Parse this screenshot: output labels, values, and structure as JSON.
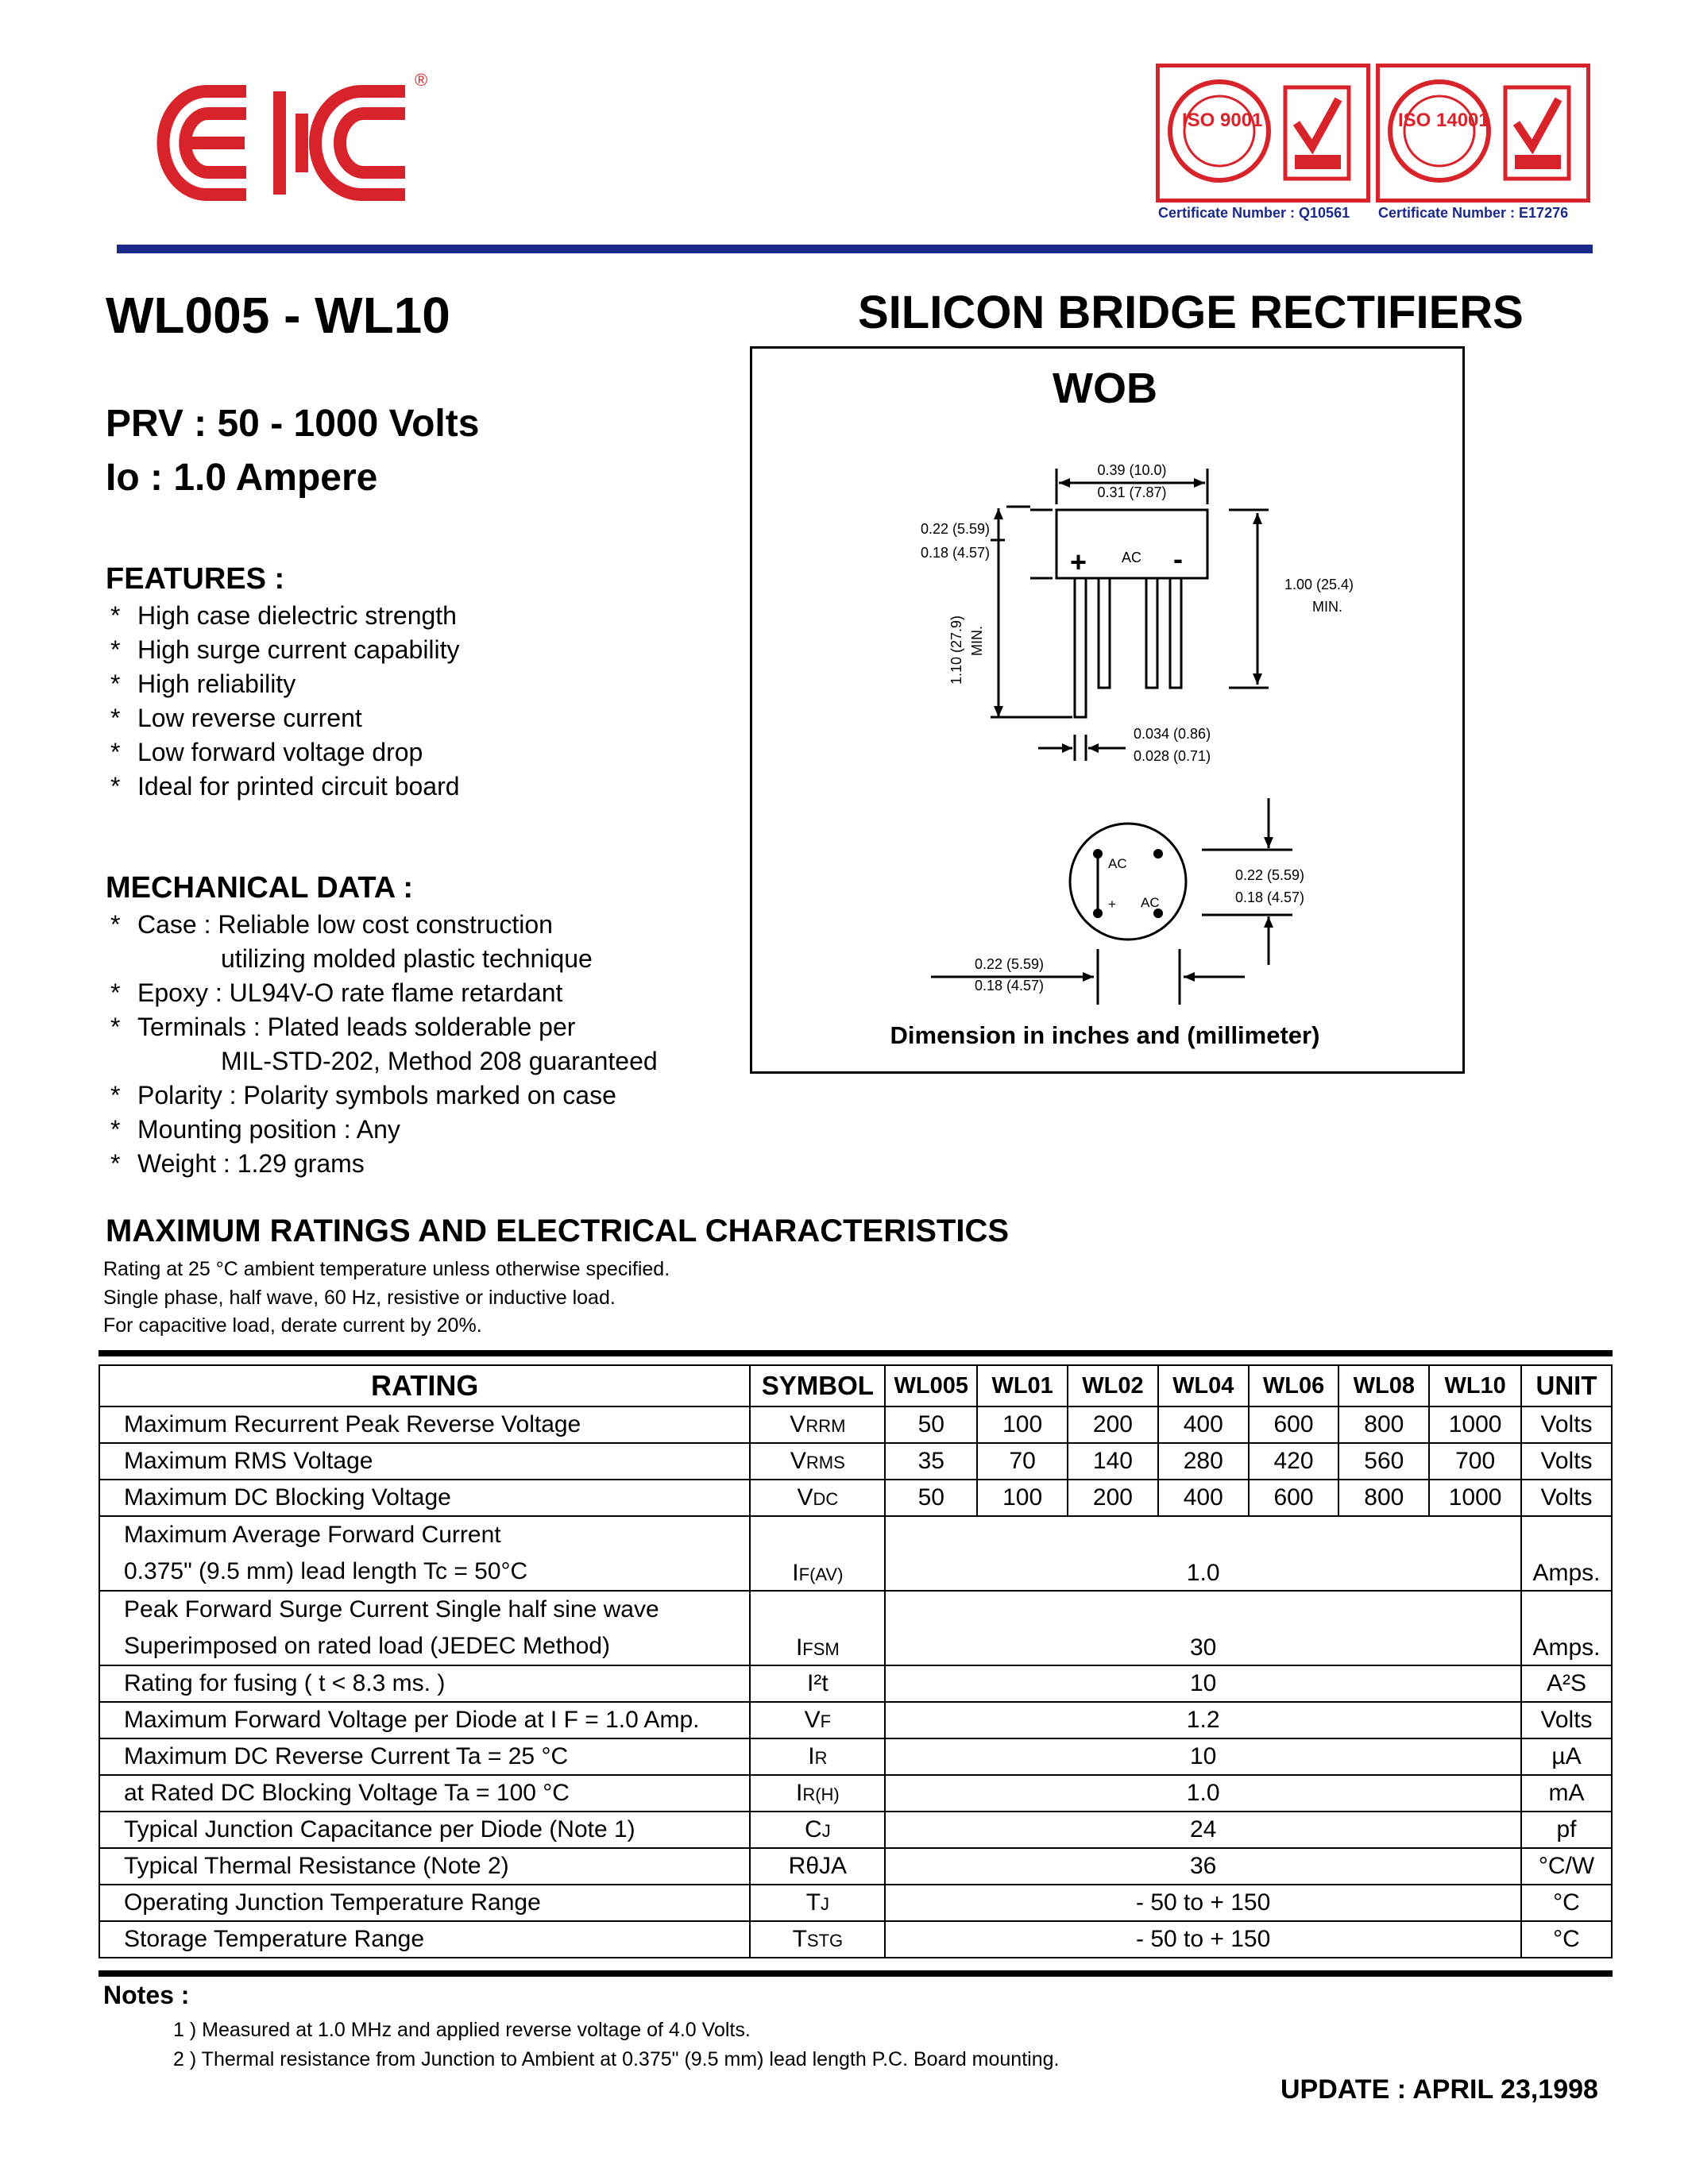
{
  "brand": {
    "logo_text": "EIC",
    "registered": "®",
    "color": "#d8232a",
    "rule_color": "#1b2a8a"
  },
  "certifications": [
    {
      "label": "ISO 9001",
      "caption": "Certificate Number : Q10561"
    },
    {
      "label": "ISO 14001",
      "caption": "Certificate Number : E17276"
    }
  ],
  "header": {
    "part_range": "WL005 - WL10",
    "device_type": "SILICON BRIDGE RECTIFIERS"
  },
  "specs": {
    "prv": "PRV : 50 - 1000 Volts",
    "io": "Io : 1.0 Ampere"
  },
  "features": {
    "title": "FEATURES :",
    "items": [
      "High case dielectric strength",
      "High surge current capability",
      "High reliability",
      "Low reverse current",
      "Low forward voltage drop",
      "Ideal for printed circuit board"
    ]
  },
  "mechanical": {
    "title": "MECHANICAL  DATA :",
    "lines": [
      {
        "bullet": "*",
        "text": "Case : Reliable low cost construction"
      },
      {
        "bullet": "",
        "text": "utilizing molded plastic technique",
        "indent": true
      },
      {
        "bullet": "*",
        "text": "Epoxy : UL94V-O rate flame retardant"
      },
      {
        "bullet": "*",
        "text": "Terminals : Plated leads solderable per"
      },
      {
        "bullet": "",
        "text": "MIL-STD-202, Method 208 guaranteed",
        "indent": true
      },
      {
        "bullet": "*",
        "text": "Polarity : Polarity symbols marked on case"
      },
      {
        "bullet": "*",
        "text": "Mounting  position : Any"
      },
      {
        "bullet": "*",
        "text": "Weight :  1.29 grams"
      }
    ]
  },
  "package": {
    "name": "WOB",
    "caption": "Dimension in inches and (millimeter)",
    "dims": {
      "width_max": "0.39 (10.0)",
      "width_min": "0.31 (7.87)",
      "body_max": "0.22 (5.59)",
      "body_min": "0.18 (4.57)",
      "lead_len": "1.00 (25.4)",
      "lead_len_min": "MIN.",
      "total_len": "1.10 (27.9)",
      "total_len_min": "MIN.",
      "lead_dia_max": "0.034 (0.86)",
      "lead_dia_min": "0.028 (0.71)",
      "pitch_max": "0.22 (5.59)",
      "pitch_min": "0.18 (4.57)",
      "pitch2_max": "0.22 (5.59)",
      "pitch2_min": "0.18 (4.57)",
      "plus": "+",
      "minus": "-",
      "ac": "AC"
    }
  },
  "ratings": {
    "title": "MAXIMUM  RATINGS  AND  ELECTRICAL  CHARACTERISTICS",
    "notes_lines": [
      "Rating at  25 °C ambient temperature unless otherwise specified.",
      "Single phase, half wave, 60 Hz, resistive or inductive load.",
      "For capacitive load, derate current by 20%."
    ],
    "headers": {
      "rating": "RATING",
      "symbol": "SYMBOL",
      "unit": "UNIT",
      "parts": [
        "WL005",
        "WL01",
        "WL02",
        "WL04",
        "WL06",
        "WL08",
        "WL10"
      ]
    },
    "rows_split": [
      {
        "rating": "Maximum Recurrent Peak Reverse Voltage",
        "sym": "V",
        "sub": "RRM",
        "values": [
          "50",
          "100",
          "200",
          "400",
          "600",
          "800",
          "1000"
        ],
        "unit": "Volts"
      },
      {
        "rating": "Maximum RMS Voltage",
        "sym": "V",
        "sub": "RMS",
        "values": [
          "35",
          "70",
          "140",
          "280",
          "420",
          "560",
          "700"
        ],
        "unit": "Volts"
      },
      {
        "rating": "Maximum DC Blocking Voltage",
        "sym": "V",
        "sub": "DC",
        "values": [
          "50",
          "100",
          "200",
          "400",
          "600",
          "800",
          "1000"
        ],
        "unit": "Volts"
      }
    ],
    "rows_merged": [
      {
        "line1": "Maximum Average Forward Current",
        "line2": "0.375\" (9.5 mm) lead length          Tc = 50°C",
        "sym": "I",
        "sub": "F(AV)",
        "value": "1.0",
        "unit": "Amps.",
        "tall": true
      },
      {
        "line1": "Peak Forward Surge Current Single half sine wave",
        "line2": "Superimposed on rated load (JEDEC Method)",
        "sym": "I",
        "sub": "FSM",
        "value": "30",
        "unit": "Amps.",
        "tall": true
      },
      {
        "line1": "Rating for fusing     ( t < 8.3 ms. )",
        "sym": "I²t",
        "sub": "",
        "value": "10",
        "unit": "A²S"
      },
      {
        "line1": "Maximum Forward Voltage per Diode at I F = 1.0 Amp.",
        "sym": "V",
        "sub": "F",
        "value": "1.2",
        "unit": "Volts"
      },
      {
        "line1": "Maximum DC Reverse Current          Ta = 25 °C",
        "sym": "I",
        "sub": "R",
        "value": "10",
        "unit": "µA"
      },
      {
        "line1": "at Rated DC Blocking Voltage            Ta = 100 °C",
        "sym": "I",
        "sub": "R(H)",
        "value": "1.0",
        "unit": "mA"
      },
      {
        "line1": "Typical Junction Capacitance per Diode (Note 1)",
        "sym": "C",
        "sub": "J",
        "value": "24",
        "unit": "pf"
      },
      {
        "line1": "Typical Thermal Resistance (Note 2)",
        "sym": "RθJA",
        "sub": "",
        "value": "36",
        "unit": "°C/W"
      },
      {
        "line1": "Operating Junction Temperature Range",
        "sym": "T",
        "sub": "J",
        "value": "- 50 to + 150",
        "unit": "°C"
      },
      {
        "line1": "Storage Temperature Range",
        "sym": "T",
        "sub": "STG",
        "value": "- 50 to + 150",
        "unit": "°C"
      }
    ]
  },
  "notes": {
    "title": "Notes :",
    "items": [
      "1 )  Measured at 1.0 MHz and applied reverse voltage of 4.0 Volts.",
      "2 )  Thermal resistance from Junction to Ambient at 0.375\" (9.5 mm) lead length P.C. Board mounting."
    ]
  },
  "footer": {
    "update": "UPDATE : APRIL 23,1998"
  }
}
